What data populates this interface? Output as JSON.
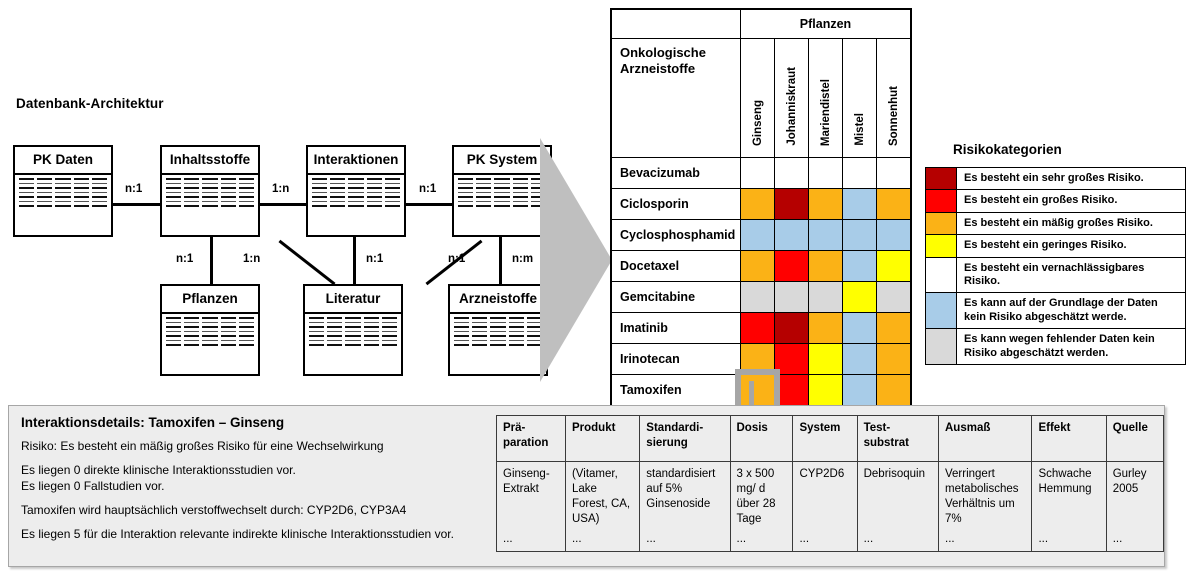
{
  "architecture": {
    "title": "Datenbank-Architektur",
    "entities": [
      {
        "id": "pk-daten",
        "label": "PK Daten"
      },
      {
        "id": "inhaltsstoffe",
        "label": "Inhaltsstoffe"
      },
      {
        "id": "interaktionen",
        "label": "Interaktionen"
      },
      {
        "id": "pk-system",
        "label": "PK System"
      },
      {
        "id": "pflanzen",
        "label": "Pflanzen"
      },
      {
        "id": "literatur",
        "label": "Literatur"
      },
      {
        "id": "arzneistoffe",
        "label": "Arzneistoffe"
      }
    ],
    "relations": [
      {
        "id": "pkdaten-inhaltsstoffe",
        "label": "n:1"
      },
      {
        "id": "inhaltsstoffe-interaktionen",
        "label": "1:n"
      },
      {
        "id": "interaktionen-pksystem",
        "label": "n:1"
      },
      {
        "id": "inhaltsstoffe-pflanzen",
        "label": "n:1"
      },
      {
        "id": "interaktionen-pflanzen",
        "label": "1:n"
      },
      {
        "id": "interaktionen-literatur",
        "label": "n:1"
      },
      {
        "id": "interaktionen-arzneistoffe",
        "label": "n:1"
      },
      {
        "id": "pksystem-arzneistoffe",
        "label": "n:m"
      }
    ]
  },
  "matrix": {
    "group_header": "Pflanzen",
    "row_header": "Onkologische Arzneistoffe",
    "plants": [
      "Ginseng",
      "Johanniskraut",
      "Mariendistel",
      "Mistel",
      "Sonnenhut"
    ],
    "drugs": [
      "Bevacizumab",
      "Ciclosporin",
      "Cyclosphosphamid",
      "Docetaxel",
      "Gemcitabine",
      "Imatinib",
      "Irinotecan",
      "Tamoxifen"
    ],
    "values": [
      [
        "white",
        "white",
        "white",
        "white",
        "white"
      ],
      [
        "orange",
        "darkred",
        "orange",
        "blue",
        "orange"
      ],
      [
        "blue",
        "blue",
        "blue",
        "blue",
        "blue"
      ],
      [
        "orange",
        "red",
        "orange",
        "blue",
        "yellow"
      ],
      [
        "grey",
        "grey",
        "grey",
        "yellow",
        "grey"
      ],
      [
        "red",
        "darkred",
        "orange",
        "blue",
        "orange"
      ],
      [
        "orange",
        "red",
        "yellow",
        "blue",
        "orange"
      ],
      [
        "orange",
        "red",
        "yellow",
        "blue",
        "orange"
      ]
    ],
    "selected": {
      "row": 7,
      "col": 0,
      "drug": "Tamoxifen",
      "plant": "Ginseng"
    },
    "palette": {
      "darkred": "#b50000",
      "red": "#ff0000",
      "orange": "#fbb216",
      "yellow": "#ffff00",
      "white": "#ffffff",
      "blue": "#a8cce8",
      "grey": "#d9d9d9"
    }
  },
  "legend": {
    "title": "Risikokategorien",
    "items": [
      {
        "color": "darkred",
        "text": "Es besteht ein sehr großes Risiko."
      },
      {
        "color": "red",
        "text": "Es besteht ein großes Risiko."
      },
      {
        "color": "orange",
        "text": "Es besteht ein mäßig großes Risiko."
      },
      {
        "color": "yellow",
        "text": "Es besteht ein geringes Risiko."
      },
      {
        "color": "white",
        "text": "Es besteht ein vernachlässigbares Risiko."
      },
      {
        "color": "blue",
        "text": "Es kann auf der Grundlage der Daten kein Risiko abgeschätzt werde."
      },
      {
        "color": "grey",
        "text": "Es kann wegen fehlender Daten kein Risiko abgeschätzt werden."
      }
    ]
  },
  "details": {
    "title": "Interaktionsdetails: Tamoxifen – Ginseng",
    "risk": "Risiko: Es besteht ein mäßig großes Risiko für eine Wechselwirkung",
    "line_direct": "Es liegen 0 direkte klinische Interaktionsstudien vor.",
    "line_case": "Es liegen 0 Fallstudien vor.",
    "line_metabolism": "Tamoxifen wird hauptsächlich verstoffwechselt durch: CYP2D6, CYP3A4",
    "line_indirect": "Es liegen 5 für die Interaktion relevante indirekte klinische Interaktionsstudien vor."
  },
  "details_table": {
    "headers": [
      "Prä-paration",
      "Produkt",
      "Standardi-sierung",
      "Dosis",
      "System",
      "Test-substrat",
      "Ausmaß",
      "Effekt",
      "Quelle"
    ],
    "rows": [
      [
        "Ginseng-Extrakt",
        "(Vitamer, Lake Forest, CA, USA)",
        "standardisiert auf 5% Ginsenoside",
        "3 x 500 mg/ d über 28 Tage",
        "CYP2D6",
        "Debrisoquin",
        "Verringert metabolisches Verhältnis um 7%",
        "Schwache Hemmung",
        "Gurley 2005"
      ]
    ],
    "ellipsis": "..."
  }
}
